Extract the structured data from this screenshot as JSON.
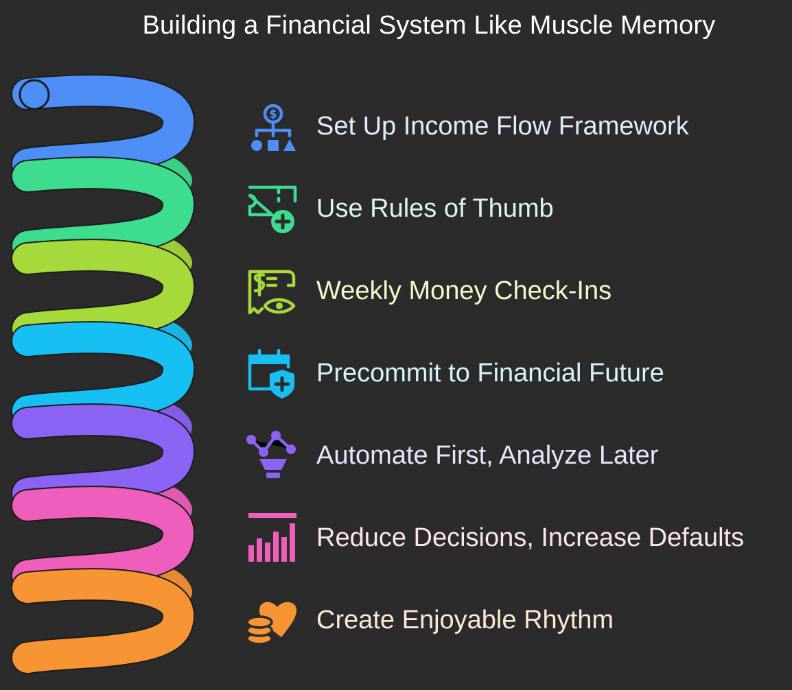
{
  "title": "Building a Financial System Like Muscle Memory",
  "items": [
    {
      "label": "Set Up Income Flow Framework",
      "icon": "org-chart-dollar-icon",
      "color": "#4d8ef7",
      "text_color": "#e3ecfb"
    },
    {
      "label": "Use Rules of Thumb",
      "icon": "ticket-plus-icon",
      "color": "#3ddc8e",
      "text_color": "#dbf7e8"
    },
    {
      "label": "Weekly Money Check-Ins",
      "icon": "receipt-eye-icon",
      "color": "#a6d93a",
      "text_color": "#f2fac9"
    },
    {
      "label": "Precommit to Financial Future",
      "icon": "calendar-shield-icon",
      "color": "#17c0f2",
      "text_color": "#d6f3fd"
    },
    {
      "label": "Automate First, Analyze Later",
      "icon": "network-funnel-icon",
      "color": "#8b63f5",
      "text_color": "#ebe3fd"
    },
    {
      "label": "Reduce Decisions, Increase Defaults",
      "icon": "bar-chart-icon",
      "color": "#f05ebc",
      "text_color": "#fde4f3"
    },
    {
      "label": "Create Enjoyable Rhythm",
      "icon": "coins-heart-icon",
      "color": "#f79433",
      "text_color": "#fde9d6"
    }
  ]
}
